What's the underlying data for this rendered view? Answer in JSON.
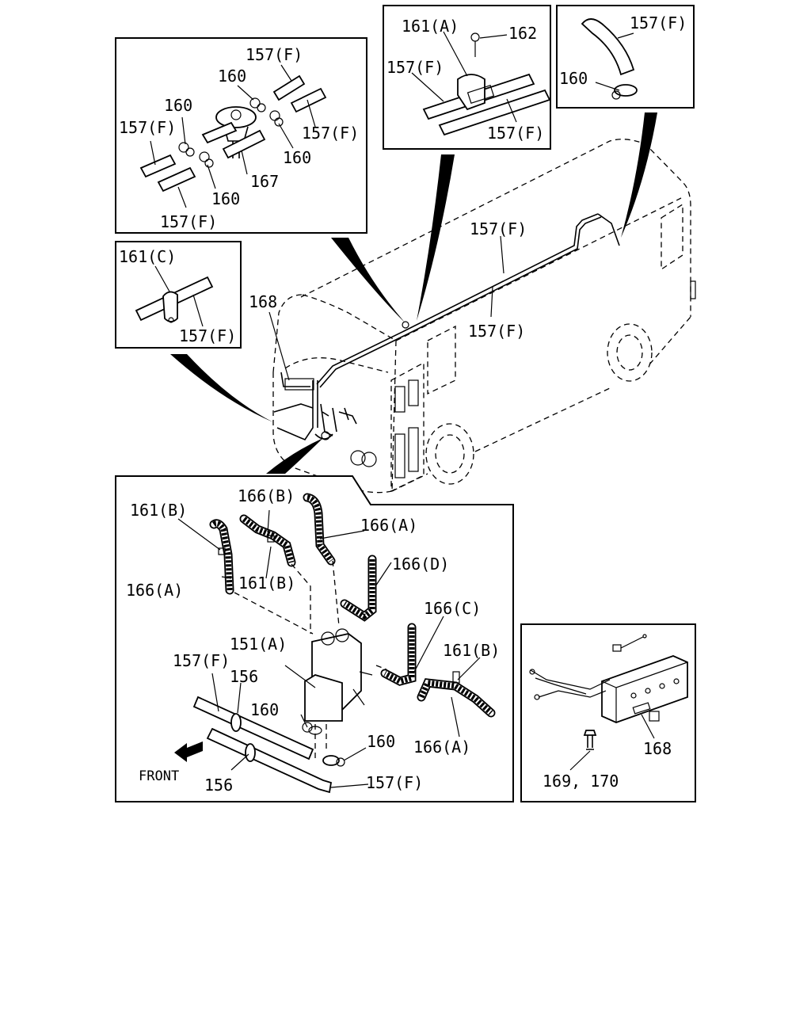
{
  "labels": {
    "top_left_box": {
      "l1": "157(F)",
      "l2": "160",
      "l3": "160",
      "l4": "157(F)",
      "l5": "157(F)",
      "l6": "160",
      "l7": "167",
      "l8": "160",
      "l9": "157(F)"
    },
    "top_mid_box": {
      "l1": "161(A)",
      "l2": "162",
      "l3": "157(F)",
      "l4": "157(F)"
    },
    "top_right_box": {
      "l1": "157(F)",
      "l2": "160"
    },
    "mid_left_box": {
      "l1": "161(C)",
      "l2": "157(F)"
    },
    "bus": {
      "l1": "157(F)",
      "l2": "157(F)",
      "l3": "168"
    },
    "bottom_main_box": {
      "l1": "161(B)",
      "l2": "166(B)",
      "l3": "166(A)",
      "l4": "166(D)",
      "l5": "166(A)",
      "l6": "161(B)",
      "l7": "166(C)",
      "l8": "151(A)",
      "l9": "161(B)",
      "l10": "157(F)",
      "l11": "156",
      "l12": "160",
      "l13": "160",
      "l14": "166(A)",
      "l15": "FRONT",
      "l16": "156",
      "l17": "157(F)"
    },
    "bottom_right_box": {
      "l1": "168",
      "l2": "169, 170"
    }
  },
  "icons": [
    "front-arrow-icon"
  ]
}
